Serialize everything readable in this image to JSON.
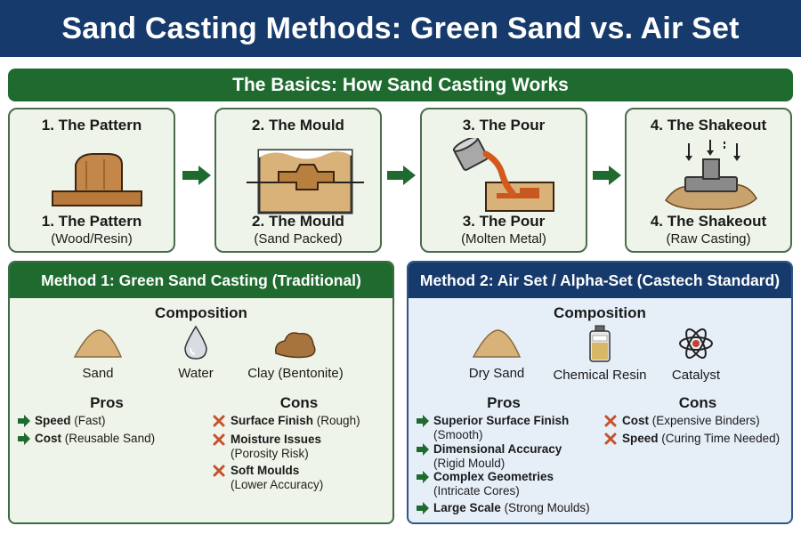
{
  "header": {
    "title": "Sand Casting Methods: Green Sand vs. Air Set"
  },
  "basics": {
    "title": "The Basics: How Sand Casting Works",
    "steps": [
      {
        "title": "1. The Pattern",
        "caption": "1. The Pattern",
        "detail": "(Wood/Resin)"
      },
      {
        "title": "2. The Mould",
        "caption": "2. The Mould",
        "detail": "(Sand Packed)"
      },
      {
        "title": "3. The Pour",
        "caption": "3. The Pour",
        "detail": "(Molten Metal)"
      },
      {
        "title": "4. The Shakeout",
        "caption": "4. The Shakeout",
        "detail": "(Raw Casting)"
      }
    ]
  },
  "method1": {
    "title": "Method 1: Green Sand Casting (Traditional)",
    "composition_title": "Composition",
    "ingredients": [
      "Sand",
      "Water",
      "Clay (Bentonite)"
    ],
    "pros_title": "Pros",
    "cons_title": "Cons",
    "pros": [
      {
        "label": "Speed",
        "detail": "(Fast)"
      },
      {
        "label": "Cost",
        "detail": "(Reusable Sand)"
      }
    ],
    "cons": [
      {
        "label": "Surface Finish",
        "detail": "(Rough)"
      },
      {
        "label": "Moisture Issues",
        "detail": "(Porosity Risk)"
      },
      {
        "label": "Soft Moulds",
        "detail": "(Lower Accuracy)"
      }
    ]
  },
  "method2": {
    "title": "Method 2: Air Set / Alpha-Set (Castech Standard)",
    "composition_title": "Composition",
    "ingredients": [
      "Dry Sand",
      "Chemical Resin",
      "Catalyst"
    ],
    "pros_title": "Pros",
    "cons_title": "Cons",
    "pros": [
      {
        "label": "Superior Surface Finish",
        "detail": "(Smooth)"
      },
      {
        "label": "Dimensional Accuracy",
        "detail": "(Rigid Mould)"
      },
      {
        "label": "Complex Geometries",
        "detail": "(Intricate Cores)"
      },
      {
        "label": "Large Scale",
        "detail": "(Strong Moulds)"
      }
    ],
    "cons": [
      {
        "label": "Cost",
        "detail": "(Expensive Binders)"
      },
      {
        "label": "Speed",
        "detail": "(Curing Time Needed)"
      }
    ]
  },
  "icons": {
    "pro": "arrow-right-icon",
    "con": "x-mark-icon"
  },
  "colors": {
    "banner": "#163a6b",
    "green": "#1f6b2f",
    "sand": "#d9b27a",
    "con_red": "#c8502a"
  }
}
